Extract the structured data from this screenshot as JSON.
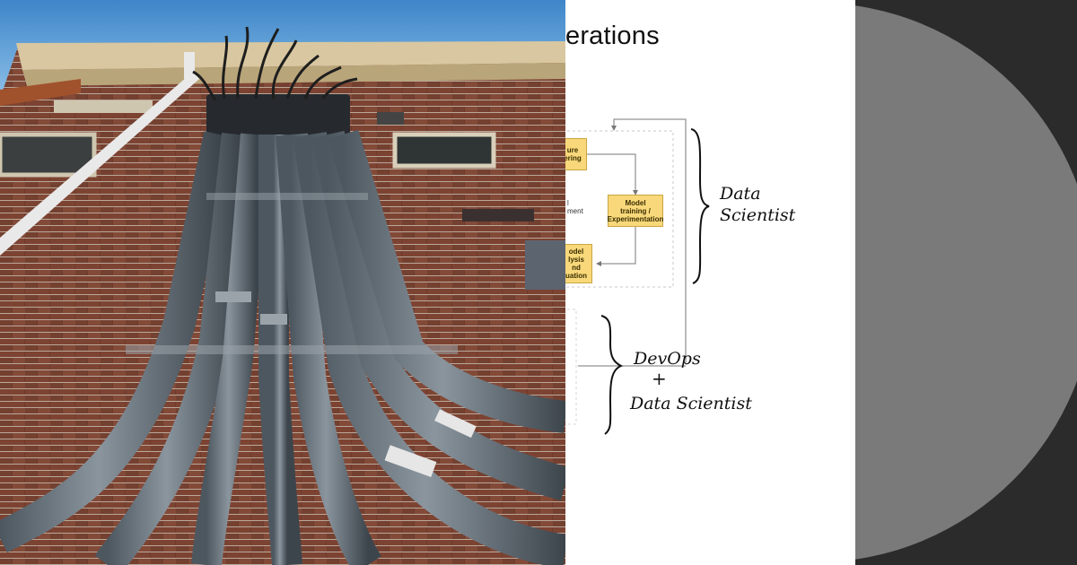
{
  "slide": {
    "title": "erations",
    "boxes": {
      "feature_engineering": "ure\nering",
      "model_training": "Model\ntraining /\nExperimentation",
      "model_analysis": "odel\nlysis\nnd\nuation"
    },
    "side_text": "l\nment",
    "annotations": {
      "data_scientist": "Data\nScientist",
      "devops": "DevOps",
      "plus": "+",
      "devops_data_scientist": "Data Scientist"
    }
  },
  "colors": {
    "box_fill": "#f8d87a",
    "box_border": "#c9a640",
    "dark_panel": "#2b2b2b",
    "circle": "#7a7a7a"
  }
}
